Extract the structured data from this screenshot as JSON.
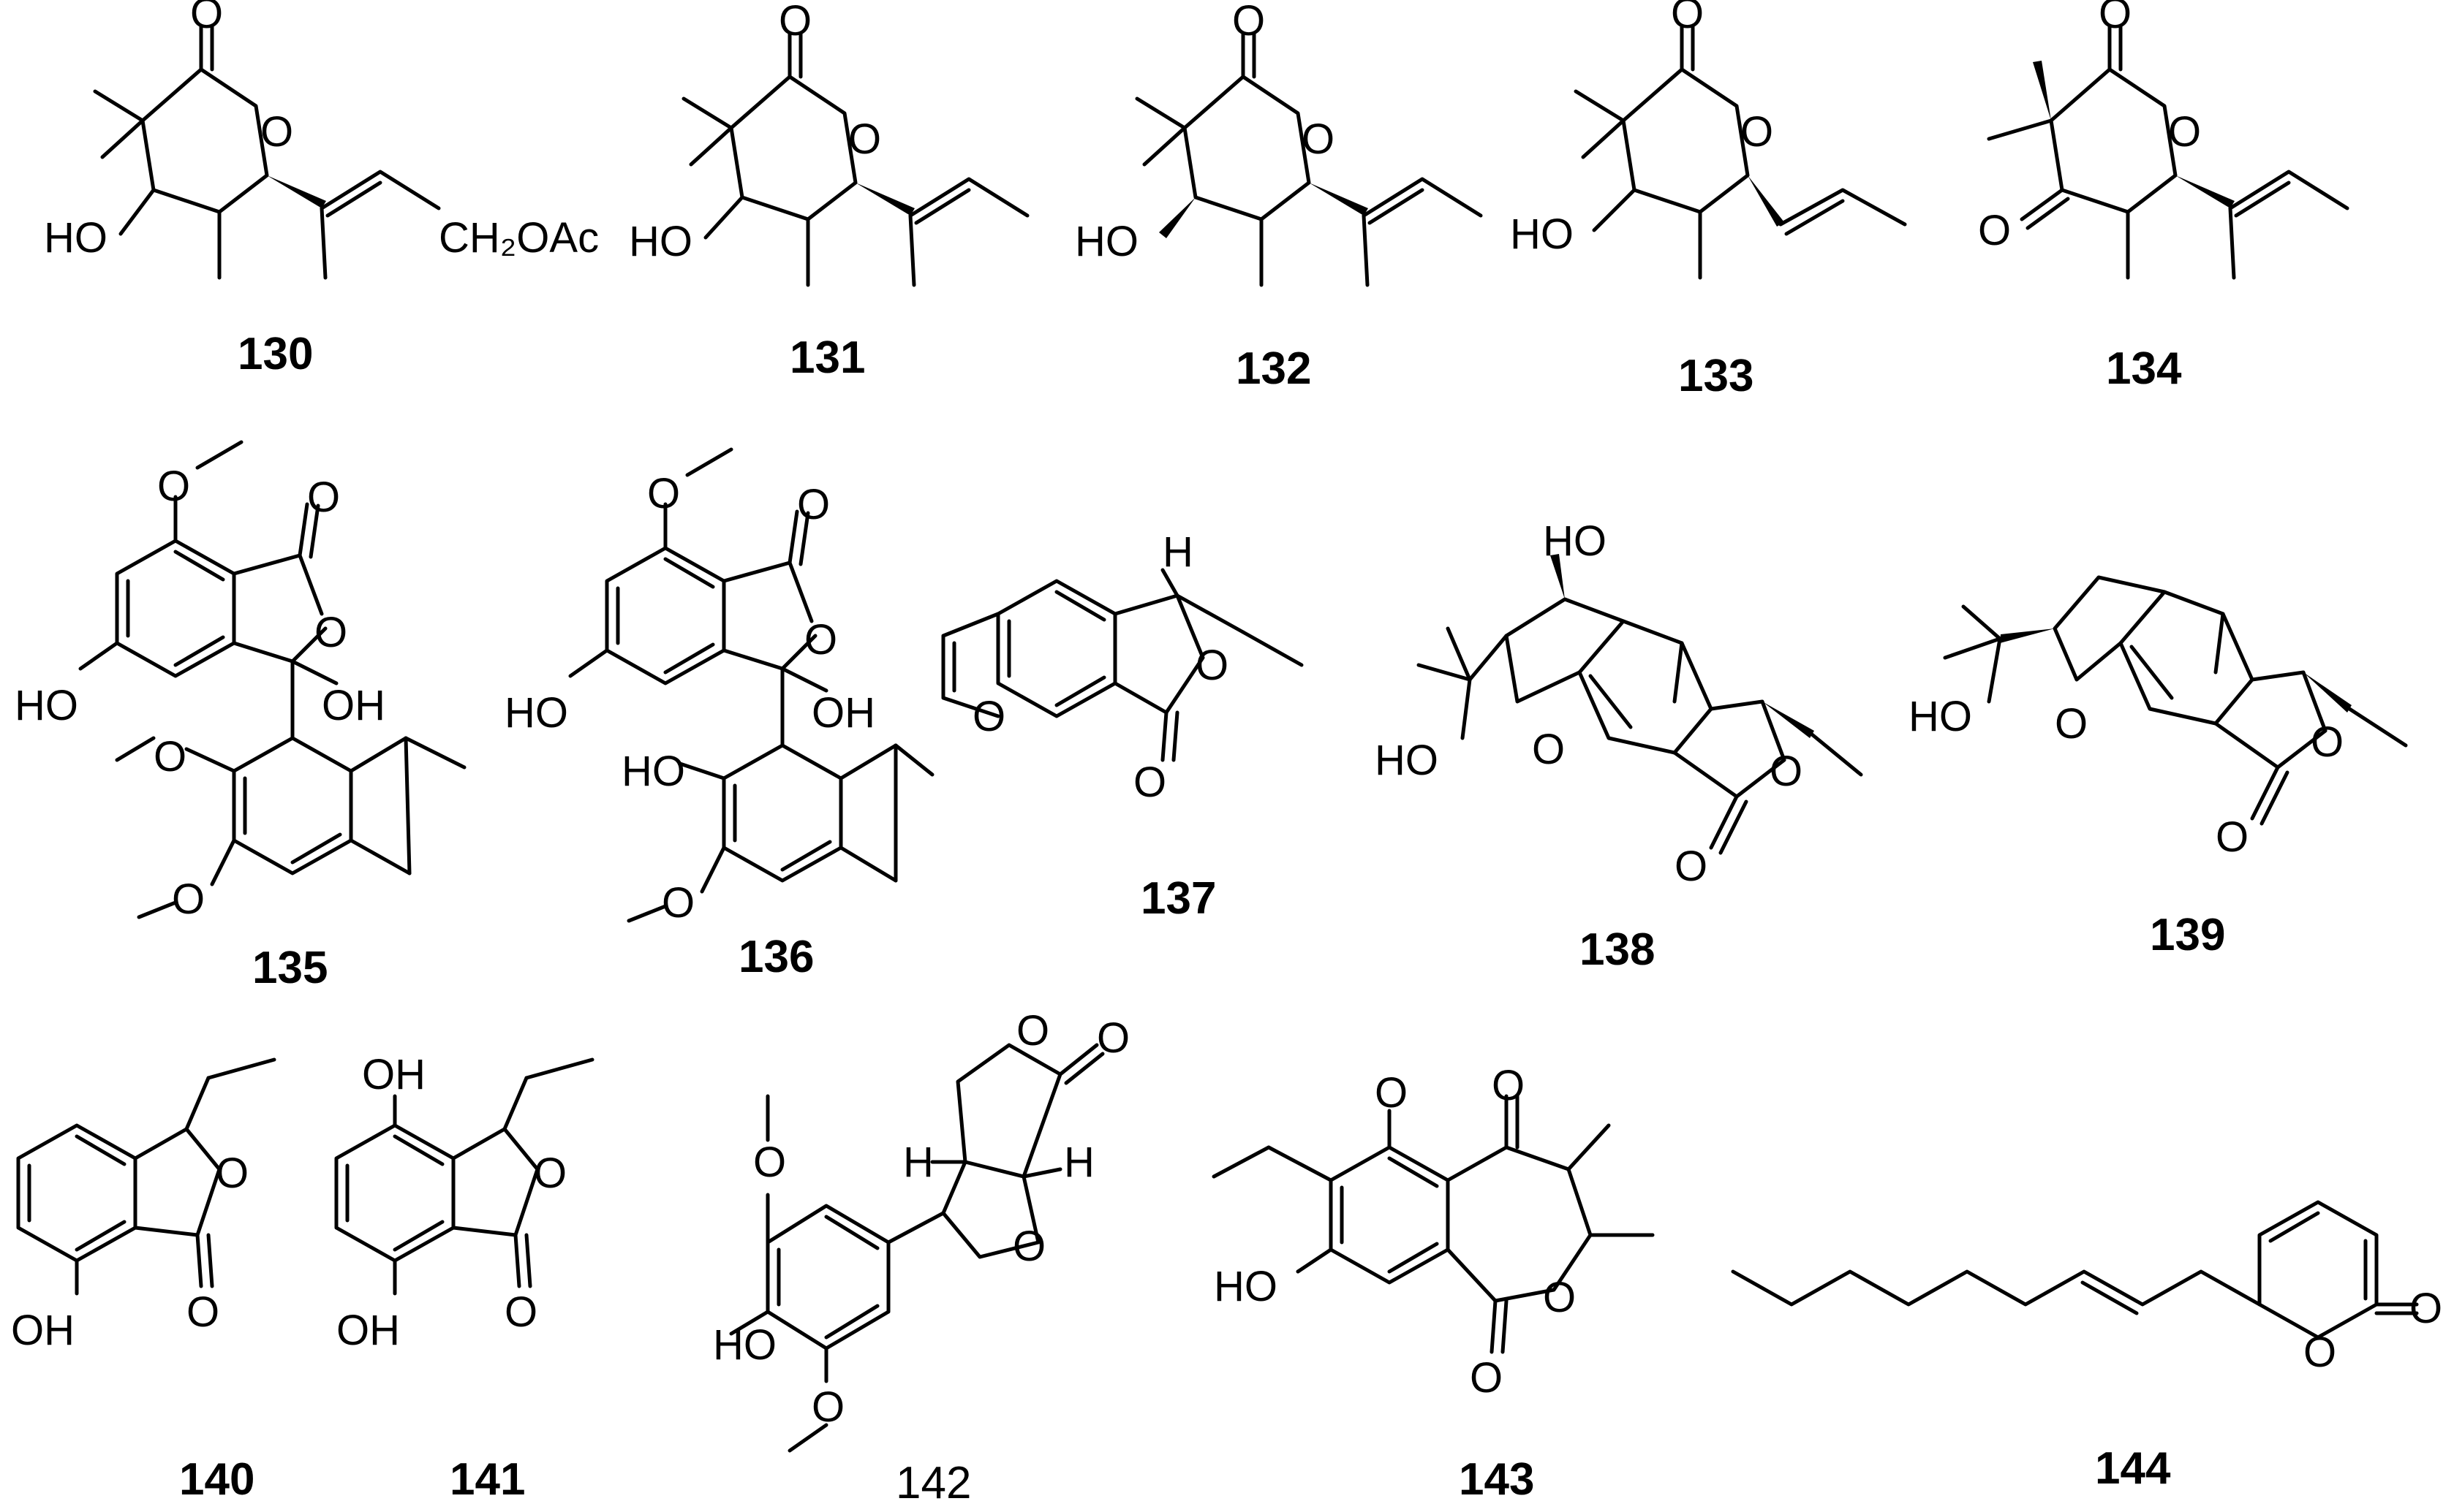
{
  "figure": {
    "compounds": [
      {
        "id": "130",
        "label": "130",
        "bold": true
      },
      {
        "id": "131",
        "label": "131",
        "bold": true
      },
      {
        "id": "132",
        "label": "132",
        "bold": true
      },
      {
        "id": "133",
        "label": "133",
        "bold": true
      },
      {
        "id": "134",
        "label": "134",
        "bold": true
      },
      {
        "id": "135",
        "label": "135",
        "bold": true
      },
      {
        "id": "136",
        "label": "136",
        "bold": true
      },
      {
        "id": "137",
        "label": "137",
        "bold": true
      },
      {
        "id": "138",
        "label": "138",
        "bold": true
      },
      {
        "id": "139",
        "label": "139",
        "bold": true
      },
      {
        "id": "140",
        "label": "140",
        "bold": true
      },
      {
        "id": "141",
        "label": "141",
        "bold": true
      },
      {
        "id": "142",
        "label": "142",
        "bold": false
      },
      {
        "id": "143",
        "label": "143",
        "bold": true
      },
      {
        "id": "144",
        "label": "144",
        "bold": true
      }
    ],
    "atoms": {
      "O": "O",
      "HO": "HO",
      "OH": "OH",
      "H": "H",
      "CH2OAc": "CH₂OAc"
    }
  }
}
